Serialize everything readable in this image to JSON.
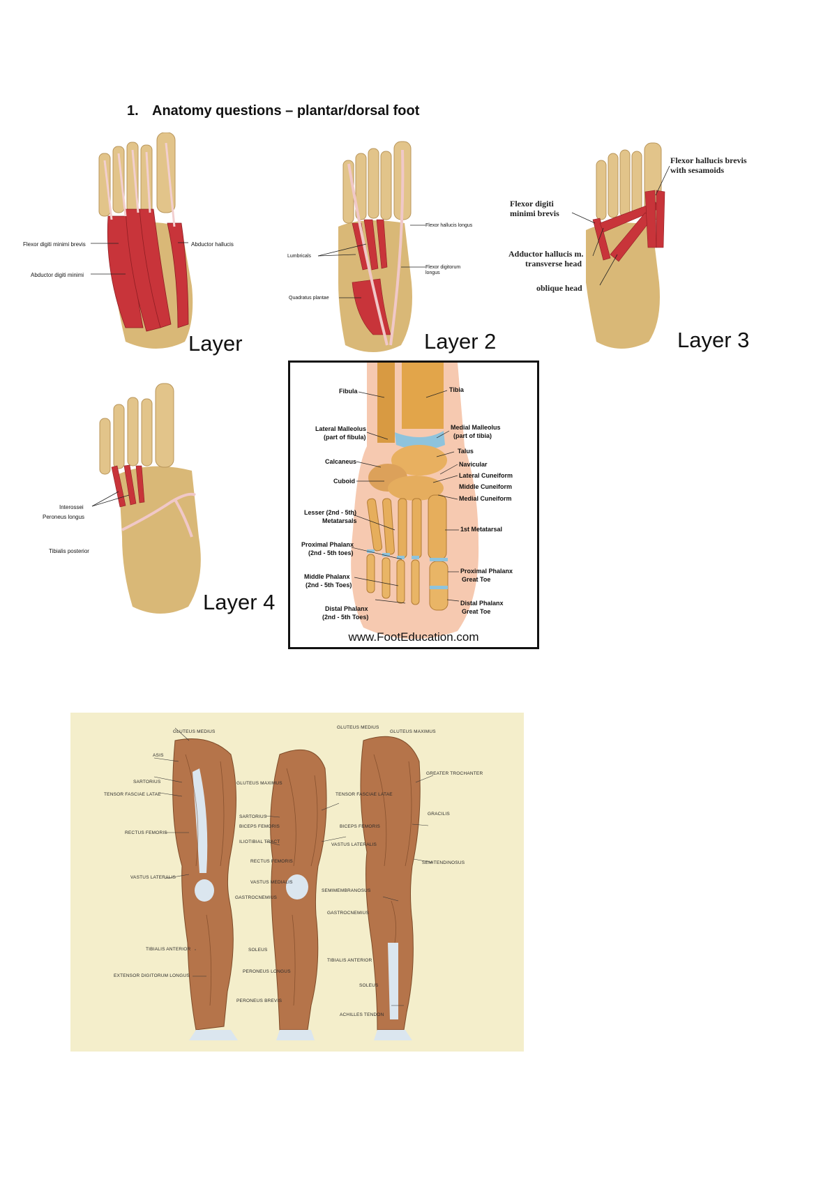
{
  "heading": {
    "number": "1.",
    "text": "Anatomy questions – plantar/dorsal foot"
  },
  "layer1": {
    "title": "Layer",
    "labels": {
      "flexor_digiti": "Flexor digiti minimi brevis",
      "abductor_hallucis": "Abductor hallucis",
      "abductor_digiti": "Abductor digiti minimi"
    }
  },
  "layer2": {
    "title": "Layer 2",
    "labels": {
      "fhl": "Flexor hallucis longus",
      "lumbricals": "Lumbricals",
      "fdl": "Flexor digitorum longus",
      "quadratus": "Quadratus plantae"
    }
  },
  "layer3": {
    "title": "Layer 3",
    "labels": {
      "fhb": "Flexor hallucis brevis",
      "fhb2": "with sesamoids",
      "fdm": "Flexor digiti",
      "fdm2": "minimi brevis",
      "adductor": "Adductor hallucis m.",
      "transverse": "transverse head",
      "oblique": "oblique head"
    }
  },
  "layer4": {
    "title": "Layer 4",
    "labels": {
      "interossei": "Interossei",
      "peroneus": "Peroneus longus",
      "tibialis": "Tibialis posterior"
    }
  },
  "foot_education": {
    "website": "www.FootEducation.com",
    "labels": {
      "fibula": "Fibula",
      "tibia": "Tibia",
      "lat_mall": "Lateral Malleolus",
      "lat_mall2": "(part of fibula)",
      "med_mall": "Medial Malleolus",
      "med_mall2": "(part of tibia)",
      "calcaneus": "Calcaneus",
      "talus": "Talus",
      "navicular": "Navicular",
      "cuboid": "Cuboid",
      "lat_cun": "Lateral Cuneiform",
      "mid_cun": "Middle Cuneiform",
      "med_cun": "Medial Cuneiform",
      "lesser": "Lesser (2nd - 5th)",
      "lesser2": "Metatarsals",
      "first_meta": "1st Metatarsal",
      "prox_phal": "Proximal Phalanx",
      "prox_phal2": "(2nd - 5th toes)",
      "prox_great": "Proximal Phalanx",
      "prox_great2": "Great Toe",
      "mid_phal": "Middle Phalanx",
      "mid_phal2": "(2nd - 5th Toes)",
      "dist_phal": "Distal Phalanx",
      "dist_phal2": "(2nd - 5th Toes)",
      "dist_great": "Distal Phalanx",
      "dist_great2": "Great Toe"
    }
  },
  "leg_muscles": {
    "labels": [
      "GLUTEUS MEDIUS",
      "ASIS",
      "SARTORIUS",
      "TENSOR FASCIAE LATAE",
      "GLUTEUS MAXIMUS",
      "RECTUS FEMORIS",
      "VASTUS LATERALIS",
      "GASTROCNEMIUS",
      "TIBIALIS ANTERIOR",
      "SOLEUS",
      "EXTENSOR DIGITORUM LONGUS",
      "PERONEUS LONGUS",
      "PERONEUS BREVIS",
      "SARTORIUS",
      "BICEPS FEMORIS",
      "ILIOTIBIAL TRACT",
      "RECTUS FEMORIS",
      "VASTUS MEDIALIS",
      "VASTUS LATERALIS",
      "TIBIALIS ANTERIOR",
      "GLUTEUS MEDIUS",
      "GLUTEUS MAXIMUS",
      "GREATER TROCHANTER",
      "TENSOR FASCIAE LATAE",
      "GRACILIS",
      "BICEPS FEMORIS",
      "SEMITENDINOSUS",
      "SEMIMEMBRANOSUS",
      "GASTROCNEMIUS",
      "SOLEUS",
      "ACHILLES TENDON"
    ]
  },
  "colors": {
    "bone": "#d9b877",
    "muscle": "#c8343a",
    "tendon": "#f0c8c8",
    "parchment": "#f4eecb",
    "leg_muscle": "#b5744a"
  }
}
